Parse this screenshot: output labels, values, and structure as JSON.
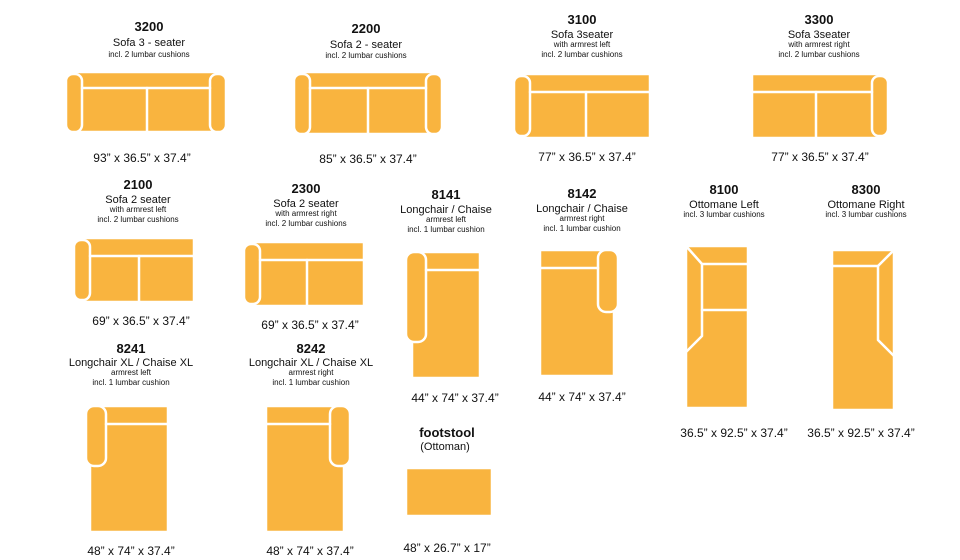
{
  "colors": {
    "fill": "#F9B43F",
    "outline": "#ffffff"
  },
  "items": [
    {
      "code": "3200",
      "title": "Sofa 3 - seater",
      "subs": [
        "incl. 2 lumbar cushions"
      ],
      "dims": "93” x 36.5” x 37.4”"
    },
    {
      "code": "2200",
      "title": "Sofa 2 - seater",
      "subs": [
        "incl. 2 lumbar cushions"
      ],
      "dims": "85” x 36.5” x 37.4”"
    },
    {
      "code": "3100",
      "title": "Sofa 3seater",
      "subs": [
        "with armrest left",
        "incl. 2 lumbar cushions"
      ],
      "dims": "77” x 36.5” x 37.4”"
    },
    {
      "code": "3300",
      "title": "Sofa 3seater",
      "subs": [
        "with armrest right",
        "incl. 2 lumbar cushions"
      ],
      "dims": "77” x 36.5” x 37.4”"
    },
    {
      "code": "2100",
      "title": "Sofa 2 seater",
      "subs": [
        "with armrest left",
        "incl. 2 lumbar cushions"
      ],
      "dims": "69” x 36.5” x 37.4”"
    },
    {
      "code": "2300",
      "title": "Sofa 2 seater",
      "subs": [
        "with armrest right",
        "incl. 2 lumbar cushions"
      ],
      "dims": "69” x 36.5” x 37.4”"
    },
    {
      "code": "8141",
      "title": "Longchair / Chaise",
      "subs": [
        "armrest left",
        "incl. 1 lumbar cushion"
      ],
      "dims": "44” x 74” x 37.4”"
    },
    {
      "code": "8142",
      "title": "Longchair / Chaise",
      "subs": [
        "armrest right",
        "incl. 1 lumbar cushion"
      ],
      "dims": "44” x 74” x 37.4”"
    },
    {
      "code": "8100",
      "title": "Ottomane  Left",
      "subs": [
        "incl. 3 lumbar cushions"
      ],
      "dims": "36.5” x 92.5” x 37.4”"
    },
    {
      "code": "8300",
      "title": "Ottomane  Right",
      "subs": [
        "incl. 3 lumbar cushions"
      ],
      "dims": "36.5” x 92.5” x 37.4”"
    },
    {
      "code": "8241",
      "title": "Longchair XL / Chaise XL",
      "subs": [
        "armrest left",
        "incl. 1 lumbar cushion"
      ],
      "dims": "48” x 74” x 37.4”"
    },
    {
      "code": "8242",
      "title": "Longchair XL / Chaise XL",
      "subs": [
        "armrest right",
        "incl. 1 lumbar cushion"
      ],
      "dims": "48” x 74” x 37.4”"
    },
    {
      "code": "footstool",
      "title": "(Ottoman)",
      "subs": [],
      "dims": "48” x 26.7” x 17”"
    }
  ]
}
